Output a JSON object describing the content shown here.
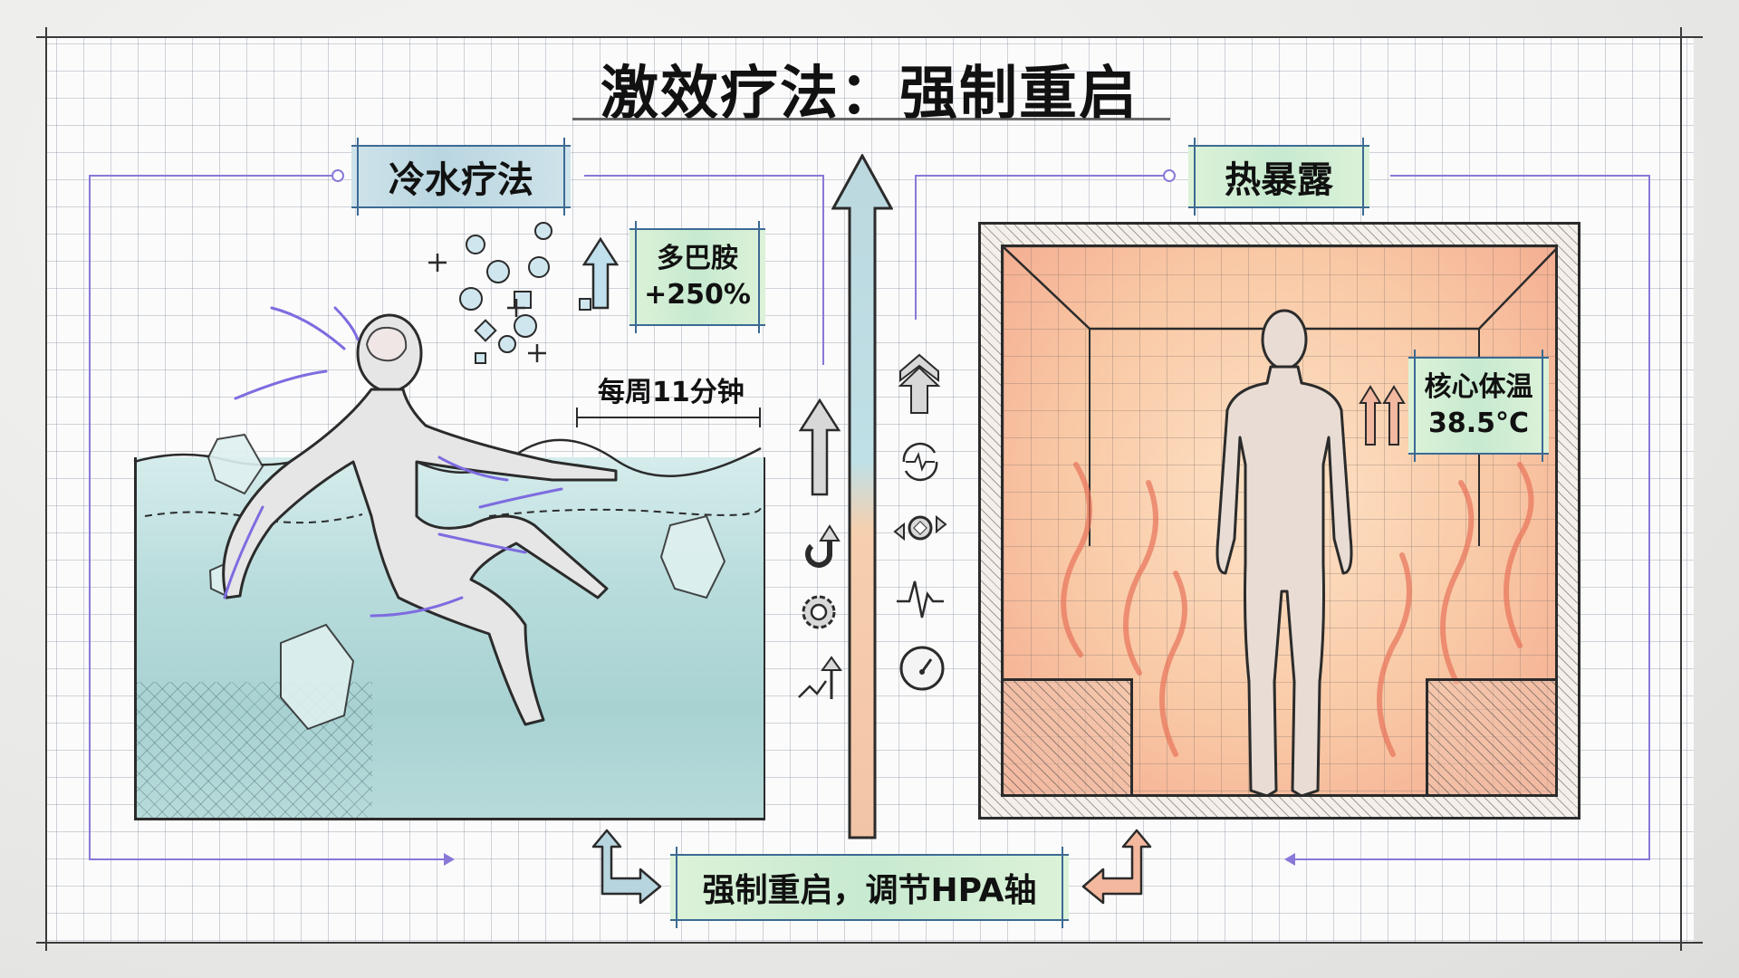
{
  "title": "激效疗法：强制重启",
  "cold_panel": {
    "label": "冷水疗法",
    "dopamine_label": "多巴胺",
    "dopamine_value": "+250%",
    "duration_label": "每周11分钟",
    "accent_color": "#b9d6e0"
  },
  "heat_panel": {
    "label": "热暴露",
    "core_temp_label": "核心体温",
    "core_temp_value": "38.5°C",
    "accent_color": "#f6b89a"
  },
  "bottom": {
    "summary": "强制重启，调节HPA轴"
  },
  "center_icons": {
    "left": [
      "up-arrow-icon",
      "curved-up-arrow-icon",
      "gear-icon",
      "trend-up-icon"
    ],
    "right": [
      "chevron-up-arrow-icon",
      "cycle-heartbeat-icon",
      "bidirectional-arrow-icon",
      "heartbeat-icon",
      "gauge-icon"
    ]
  },
  "colors": {
    "connector_purple": "#8a78d8",
    "label_border": "#3c6a93",
    "water": "#a8d2d2",
    "heat": "#f3a88d",
    "green_box": "#c7ead0"
  }
}
